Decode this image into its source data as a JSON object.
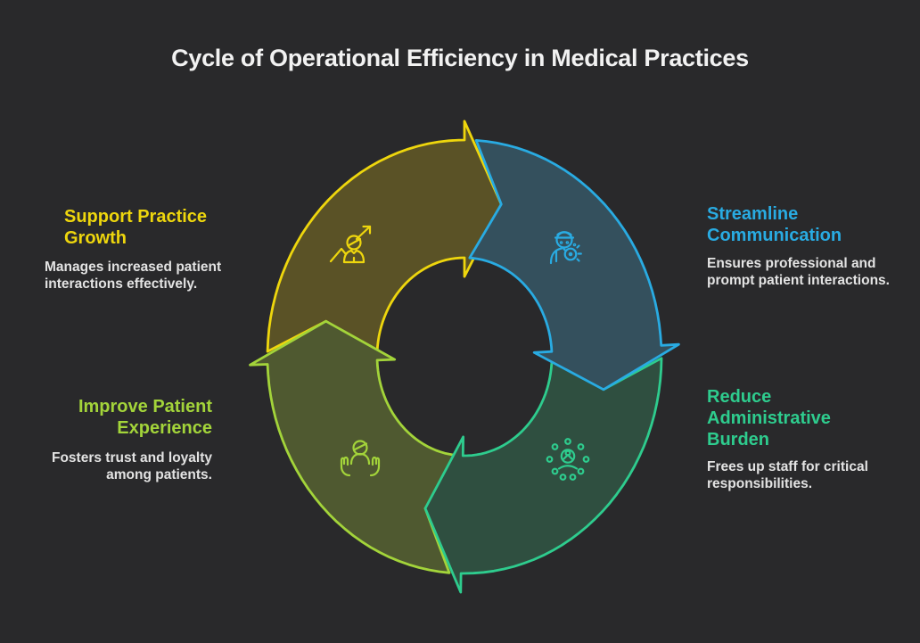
{
  "title": "Cycle of Operational Efficiency in Medical Practices",
  "background": "#29292b",
  "title_color": "#f2f2f2",
  "desc_color": "#e3e3e3",
  "steps": [
    {
      "id": "streamline-communication",
      "heading_lines": [
        "Streamline",
        "Communication"
      ],
      "desc_lines": [
        "Ensures professional and",
        "prompt patient interactions."
      ],
      "color": "#29abe2",
      "fill": "#34505d",
      "icon": "communication-icon"
    },
    {
      "id": "reduce-administrative-burden",
      "heading_lines": [
        "Reduce",
        "Administrative",
        "Burden"
      ],
      "desc_lines": [
        "Frees up staff for critical",
        "responsibilities."
      ],
      "color": "#2ecc8e",
      "fill": "#2f4f40",
      "icon": "delegation-icon"
    },
    {
      "id": "improve-patient-experience",
      "heading_lines": [
        "Improve Patient",
        "Experience"
      ],
      "desc_lines": [
        "Fosters trust and loyalty",
        "among patients."
      ],
      "color": "#a3d43a",
      "fill": "#4f5930",
      "icon": "care-icon"
    },
    {
      "id": "support-practice-growth",
      "heading_lines": [
        "Support Practice",
        "Growth"
      ],
      "desc_lines": [
        "Manages increased patient",
        "interactions effectively."
      ],
      "color": "#eed60d",
      "fill": "#5a5226",
      "icon": "growth-icon"
    }
  ]
}
